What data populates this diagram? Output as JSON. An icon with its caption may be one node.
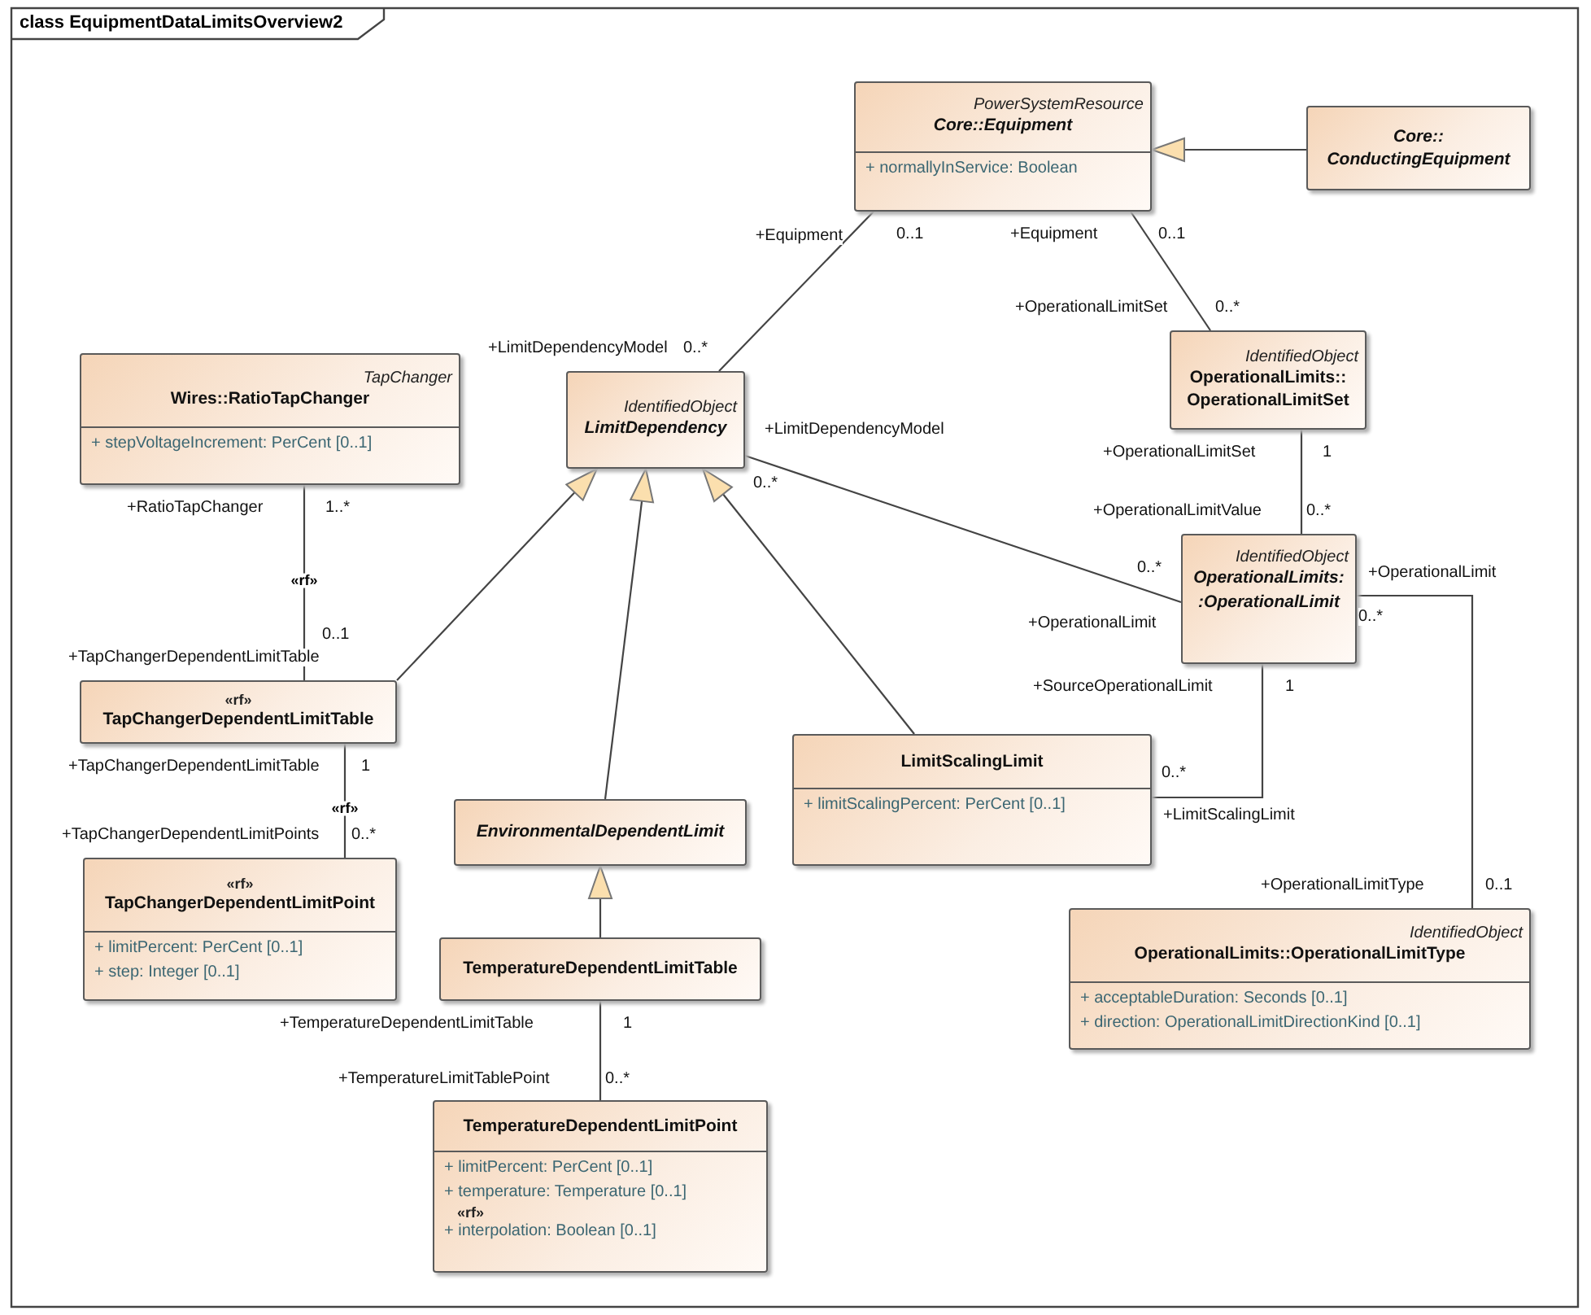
{
  "diagram": {
    "title": "class EquipmentDataLimitsOverview2",
    "nodes": [
      {
        "text": [
          "PowerSystemResource",
          "Core::Equipment",
          "+ normallyInService: Boolean"
        ]
      },
      {
        "text": [
          "Core:: ConductingEquipment"
        ]
      },
      {
        "text": [
          "TapChanger",
          "Wires::RatioTapChanger",
          "+ stepVoltageIncrement: PerCent [0..1]"
        ]
      },
      {
        "text": [
          "IdentifiedObject",
          "LimitDependency"
        ]
      },
      {
        "text": [
          "IdentifiedObject",
          "OperationalLimits:: OperationalLimitSet"
        ]
      },
      {
        "text": [
          "IdentifiedObject",
          "OperationalLimits: :OperationalLimit"
        ]
      },
      {
        "text": [
          "«rf»",
          "TapChangerDependentLimitTable"
        ]
      },
      {
        "text": [
          "LimitScalingLimit",
          "+ limitScalingPercent: PerCent [0..1]"
        ]
      },
      {
        "text": [
          "EnvironmentalDependentLimit"
        ]
      },
      {
        "text": [
          "«rf»",
          "TapChangerDependentLimitPoint",
          "+ limitPercent: PerCent [0..1]",
          "+ step: Integer [0..1]"
        ]
      },
      {
        "text": [
          "TemperatureDependentLimitTable"
        ]
      },
      {
        "text": [
          "IdentifiedObject",
          "OperationalLimits::OperationalLimitType",
          "+ acceptableDuration: Seconds [0..1]",
          "+ direction: OperationalLimitDirectionKind [0..1]"
        ]
      },
      {
        "text": [
          "TemperatureDependentLimitPoint",
          "+ limitPercent: PerCent [0..1]",
          "+ temperature: Temperature [0..1]",
          "«rf»",
          "+ interpolation: Boolean [0..1]"
        ]
      }
    ],
    "edges": [
      {
        "from": 1,
        "to": 0,
        "arrow": "to"
      },
      {
        "from": 0,
        "to": 3,
        "arrow": "none"
      },
      {
        "from": 0,
        "to": 4,
        "arrow": "none"
      },
      {
        "from": 4,
        "to": 5,
        "arrow": "none"
      },
      {
        "from": 3,
        "to": 5,
        "arrow": "none"
      },
      {
        "from": 2,
        "to": 6,
        "arrow": "none",
        "label": "«rf»"
      },
      {
        "from": 6,
        "to": 3,
        "arrow": "to"
      },
      {
        "from": 8,
        "to": 3,
        "arrow": "to"
      },
      {
        "from": 7,
        "to": 3,
        "arrow": "to"
      },
      {
        "from": 5,
        "to": 7,
        "arrow": "none"
      },
      {
        "from": 5,
        "to": 11,
        "arrow": "none"
      },
      {
        "from": 6,
        "to": 9,
        "arrow": "none",
        "label": "«rf»"
      },
      {
        "from": 10,
        "to": 8,
        "arrow": "to"
      },
      {
        "from": 10,
        "to": 12,
        "arrow": "none"
      }
    ],
    "labels": [
      "+Equipment",
      "0..1",
      "+Equipment",
      "0..1",
      "+OperationalLimitSet",
      "0..*",
      "+LimitDependencyModel",
      "0..*",
      "+LimitDependencyModel",
      "+OperationalLimitSet",
      "1",
      "0..*",
      "+RatioTapChanger",
      "1..*",
      "+OperationalLimitValue",
      "0..*",
      "0..*",
      "+OperationalLimit",
      "0..*",
      "+OperationalLimit",
      "0..1",
      "+TapChangerDependentLimitTable",
      "+SourceOperationalLimit",
      "1",
      "+TapChangerDependentLimitTable",
      "1",
      "0..*",
      "+LimitScalingLimit",
      "+TapChangerDependentLimitPoints",
      "0..*",
      "+OperationalLimitType",
      "0..1",
      "+TemperatureDependentLimitTable",
      "1",
      "+TemperatureLimitTablePoint",
      "0..*"
    ]
  }
}
